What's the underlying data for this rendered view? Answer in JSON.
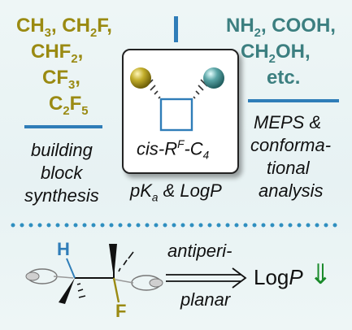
{
  "left": {
    "groups": [
      {
        "base": "CH",
        "sub": "3",
        "tail": ","
      },
      {
        "base": "CH",
        "sub": "2",
        "tail": "F,"
      },
      {
        "base": "CHF",
        "sub": "2",
        "tail": ","
      },
      {
        "base": "CF",
        "sub": "3",
        "tail": ","
      },
      {
        "base": "C",
        "sub": "2",
        "mid": "F",
        "sub2": "5"
      }
    ],
    "caption": [
      "building",
      "block",
      "synthesis"
    ]
  },
  "right": {
    "groups": [
      {
        "base": "NH",
        "sub": "2",
        "tail": ", COOH,"
      },
      {
        "base": "CH",
        "sub": "2",
        "tail": "OH,"
      },
      {
        "base": "etc.",
        "sub": "",
        "tail": ""
      }
    ],
    "caption": [
      "MEPS &",
      "conforma-",
      "tional",
      "analysis"
    ]
  },
  "center": {
    "label_prefix": "cis-R",
    "label_sup": "F",
    "label_suffix": "-C",
    "label_sub": "4",
    "props_a": "pK",
    "props_a_sub": "a",
    "props_b": " & LogP"
  },
  "bottom": {
    "atom_h": "H",
    "atom_f": "F",
    "arrow_top": "antiperi-",
    "arrow_bottom": "planar",
    "result": "Log",
    "result_italic": "P",
    "result_arrow": "⇓"
  },
  "colors": {
    "olive": "#9a8a12",
    "teal": "#3c7f80",
    "blue_rule": "#2f7db8",
    "dotted": "#2f8fc0",
    "green_arrow": "#1a8a2a"
  }
}
